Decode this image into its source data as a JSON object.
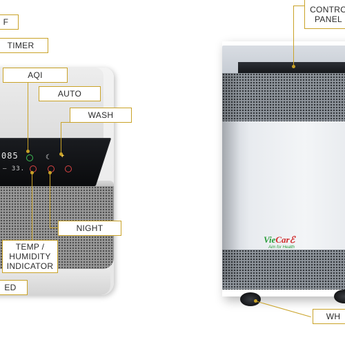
{
  "labels": {
    "off": "F",
    "timer": "TIMER",
    "aqi": "AQI",
    "auto": "AUTO",
    "wash": "WASH",
    "night": "NIGHT",
    "temp_humidity": [
      "TEMP /",
      "HUMIDITY",
      "INDICATOR"
    ],
    "speed": "ED",
    "control_panel": [
      "CONTRO",
      "PANEL"
    ],
    "wheel": "WH"
  },
  "display": {
    "main": "085",
    "sub": "– 33."
  },
  "brand": {
    "name_part1": "Vie",
    "name_part2": "Carℰ",
    "tagline": "Aim for Health"
  },
  "colors": {
    "accent": "#c9a227",
    "brand_green": "#2a9d3a",
    "brand_red": "#d12b2b"
  }
}
